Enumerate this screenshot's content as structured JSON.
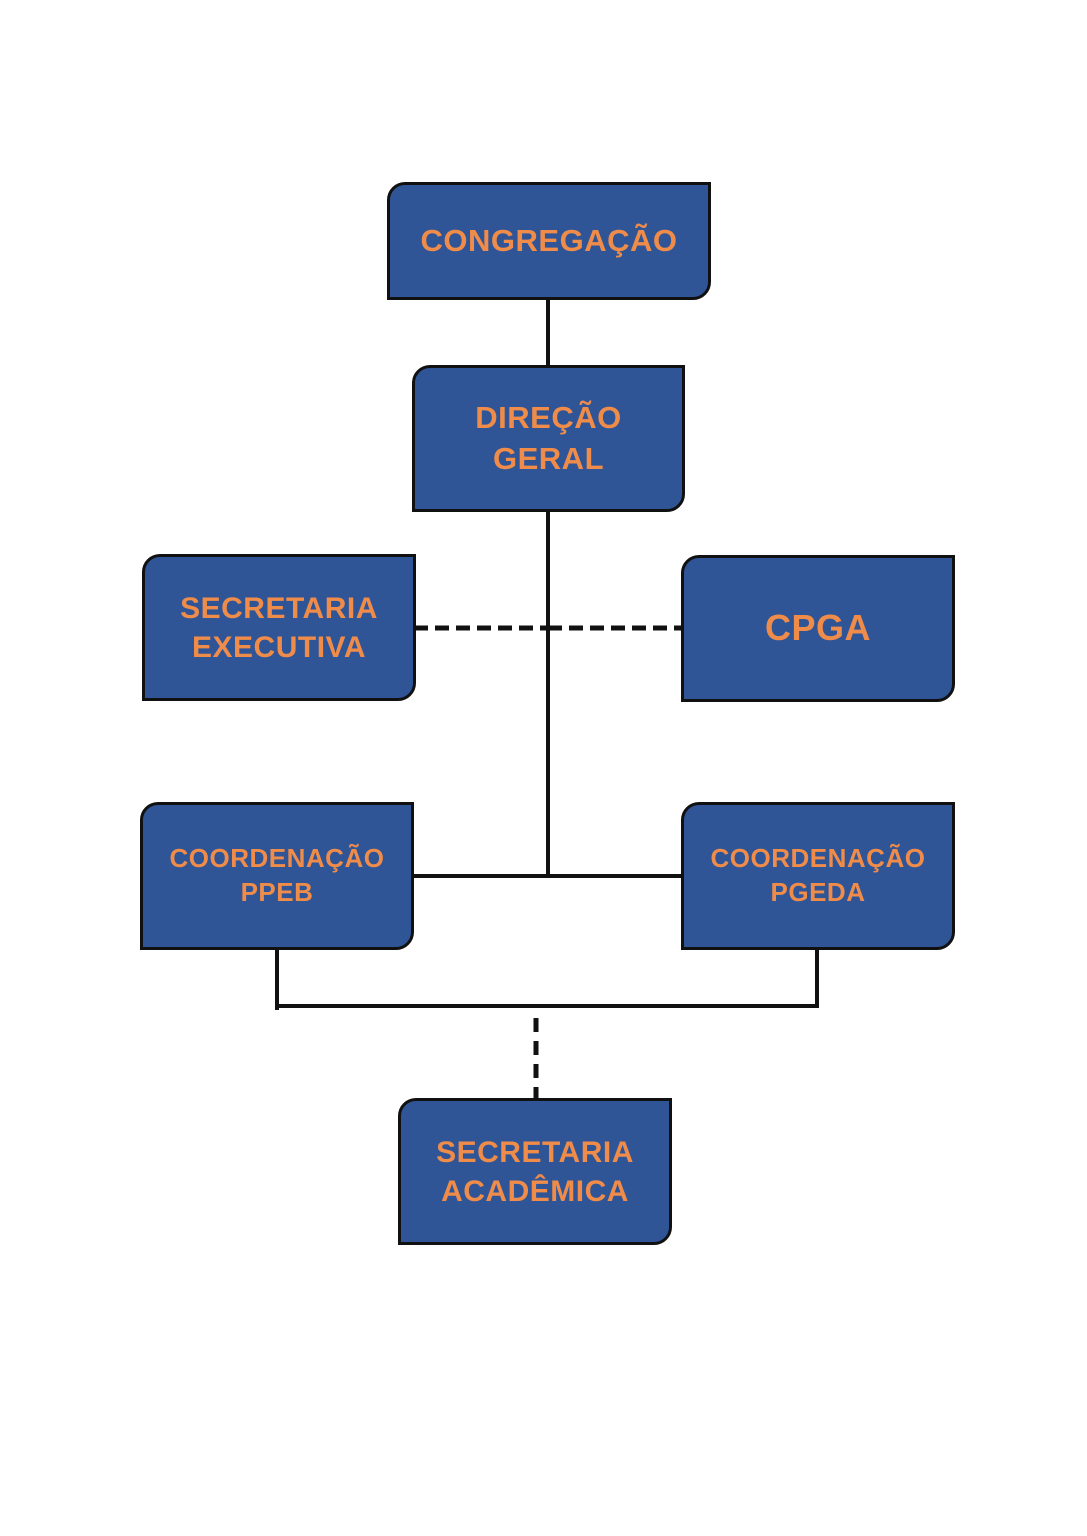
{
  "diagram": {
    "type": "org-chart",
    "colors": {
      "box_fill": "#2f5597",
      "box_text": "#f08c4a",
      "border": "#111111",
      "connector": "#111111"
    },
    "nodes": {
      "congregacao": {
        "lines": [
          "CONGREGAÇÃO"
        ]
      },
      "direcao": {
        "lines": [
          "DIREÇÃO",
          "GERAL"
        ]
      },
      "secretaria_executiva": {
        "lines": [
          "SECRETARIA",
          "EXECUTIVA"
        ]
      },
      "cpga": {
        "lines": [
          "CPGA"
        ]
      },
      "coord_ppeb": {
        "lines": [
          "COORDENAÇÃO",
          "PPEB"
        ]
      },
      "coord_pgeda": {
        "lines": [
          "COORDENAÇÃO",
          "PGEDA"
        ]
      },
      "secretaria_academica": {
        "lines": [
          "SECRETARIA",
          "ACADÊMICA"
        ]
      }
    },
    "edges": [
      {
        "from": "congregacao",
        "to": "direcao",
        "style": "solid"
      },
      {
        "from": "direcao",
        "to": "secretaria_executiva",
        "style": "dashed"
      },
      {
        "from": "direcao",
        "to": "cpga",
        "style": "dashed"
      },
      {
        "from": "direcao",
        "to": "coord_ppeb",
        "style": "solid"
      },
      {
        "from": "direcao",
        "to": "coord_pgeda",
        "style": "solid"
      },
      {
        "from": "coord_ppeb",
        "to": "secretaria_academica",
        "style": "dashed"
      },
      {
        "from": "coord_pgeda",
        "to": "secretaria_academica",
        "style": "dashed"
      }
    ]
  }
}
